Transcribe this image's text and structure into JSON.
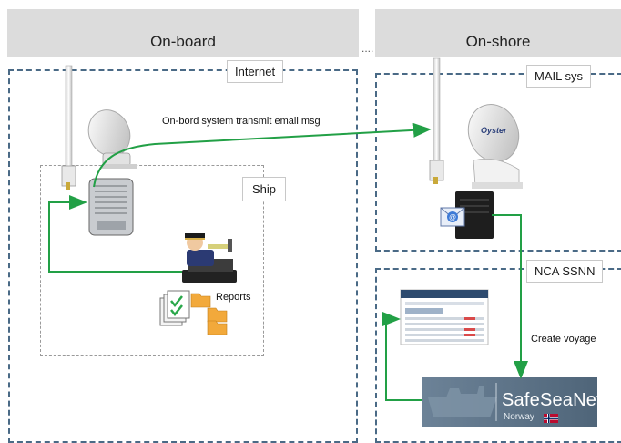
{
  "headers": {
    "onboard": "On-board",
    "onshore": "On-shore",
    "separator": "...."
  },
  "boxes": {
    "internet": "Internet",
    "ship": "Ship",
    "mail_sys": "MAIL sys",
    "nca_ssnn": "NCA SSNN"
  },
  "flows": {
    "transmit": "On-bord system transmit email msg",
    "create_voyage": "Create voyage"
  },
  "items": {
    "reports": "Reports",
    "brand_name": "SafeSeaNet",
    "brand_country": "Norway",
    "dish_brand": "Oyster"
  },
  "colors": {
    "arrow": "#22a046",
    "dashed_border": "#4a6a86",
    "header_bg": "#dcdcdc",
    "brand_bg": "#5f7488"
  }
}
